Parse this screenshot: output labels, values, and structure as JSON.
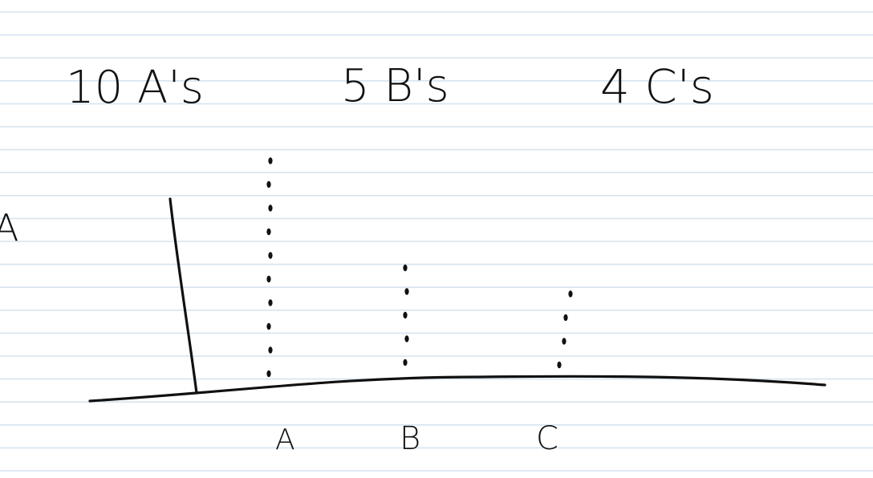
{
  "colors": {
    "paper": "#ffffff",
    "rule": "#d6e4ef",
    "ink": "#111111"
  },
  "counts": [
    {
      "text": "10 A's"
    },
    {
      "text": "5 B's"
    },
    {
      "text": "4 C's"
    }
  ],
  "margin_mark": "A",
  "chart_data": {
    "type": "dot-plot",
    "categories": [
      "A",
      "B",
      "C"
    ],
    "values": [
      10,
      5,
      4
    ],
    "title": "",
    "xlabel": "",
    "ylabel": ""
  }
}
